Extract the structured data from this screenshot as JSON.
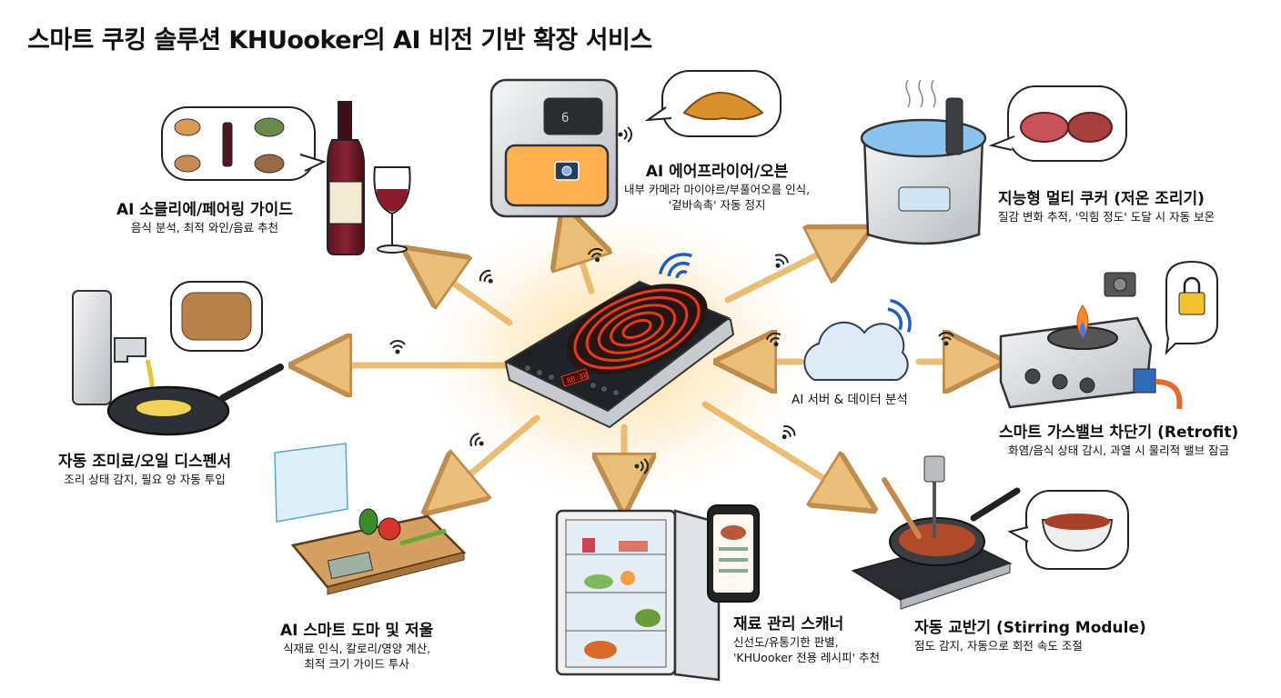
{
  "title": "스마트 쿠킹 솔루션 KHUooker의 AI 비전 기반 확장 서비스",
  "hub": {
    "name": "induction-cooktop",
    "display": "88:88"
  },
  "cloud": {
    "label": "AI 서버 & 데이터 분석"
  },
  "services": {
    "sommelier": {
      "title": "AI 소믈리에/페어링 가이드",
      "desc": [
        "음식 분석, 최적 와인/음료 추천"
      ]
    },
    "airfryer": {
      "title": "AI 에어프라이어/오븐",
      "desc": [
        "내부 카메라 마이야르/부풀어오름 인식,",
        "'겉바속촉' 자동 정지"
      ]
    },
    "multicooker": {
      "title": "지능형 멀티 쿠커 (저온 조리기)",
      "desc": [
        "질감 변화 추적, '익힘 정도' 도달 시 자동 보온"
      ]
    },
    "dispenser": {
      "title": "자동 조미료/오일 디스펜서",
      "desc": [
        "조리 상태 감지, 필요 양 자동 투입"
      ]
    },
    "gasvalve": {
      "title": "스마트 가스밸브 차단기 (Retrofit)",
      "desc": [
        "화염/음식 상태 감시, 과열 시 물리적 밸브 잠금"
      ]
    },
    "board": {
      "title": "AI 스마트 도마 및 저울",
      "desc": [
        "식재료 인식, 칼로리/영양 계산,",
        "최적 크기 가이드 투사"
      ]
    },
    "fridge": {
      "title": "재료 관리 스캐너",
      "desc": [
        "신선도/유통기한 판별,",
        "'KHUooker 전용 레시피' 추천"
      ]
    },
    "stirrer": {
      "title": "자동 교반기 (Stirring Module)",
      "desc": [
        "점도 감지, 자동으로 회전 속도 조절"
      ]
    }
  },
  "colors": {
    "arrow": "#f3c98a",
    "arrowStroke": "#c9923f",
    "coil": "#e23b1f",
    "glow": "#ffe6b0"
  }
}
